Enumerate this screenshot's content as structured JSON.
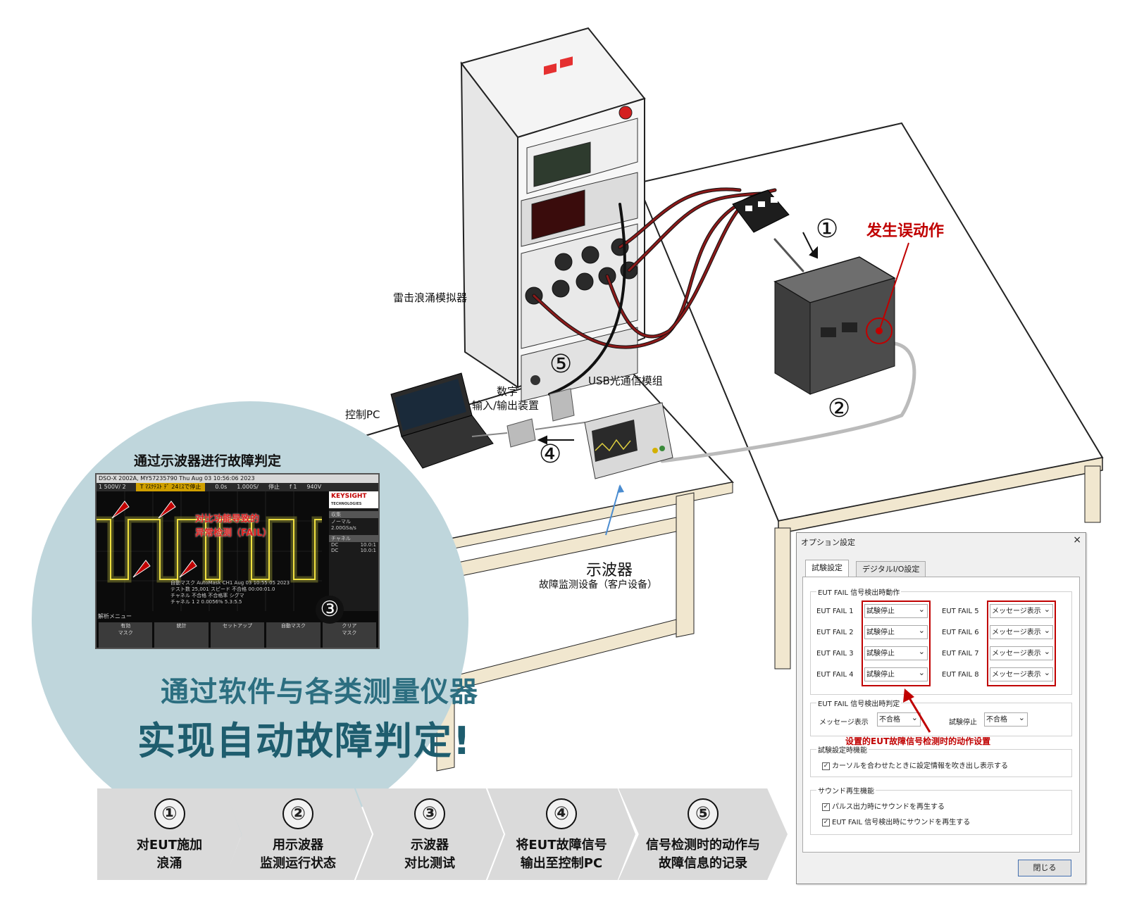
{
  "labels": {
    "surge_simulator": "雷击浪涌模拟器",
    "malfunction": "发生误动作",
    "usb_module": "USB光通信模组",
    "control_pc": "控制PC",
    "dio_line1": "数字",
    "dio_line2": "输入/输出装置",
    "oscilloscope": "示波器",
    "oscilloscope_sub": "故障监测设备（客户设备）",
    "mark_1": "①",
    "mark_2": "②",
    "mark_4": "④",
    "mark_5": "⑤"
  },
  "callout": {
    "title": "通过示波器进行故障判定",
    "badge": "③",
    "headline_1": "通过软件与各类测量仪器",
    "headline_2": "实现自动故障判定!"
  },
  "scope": {
    "header": "DSO-X 2002A, MY57235790 Thu Aug 03 10:56:06 2023",
    "topbar": [
      "1  500V/  2",
      "T  ﾏｽｸﾃｽﾄ ﾃﾞ 24ﾐｽで停止",
      "0.0s",
      "1.000S/",
      "停止",
      "f  1",
      "940V"
    ],
    "brand": "KEYSIGHT",
    "brand_sub": "TECHNOLOGIES",
    "side_acq": "収集",
    "side_mode": "ノーマル",
    "side_rate": "2.00GSa/s",
    "side_ch": "チャネル",
    "side_dc1": "DC",
    "side_dc2": "DC",
    "side_v1": "10.0:1",
    "side_v2": "10.0:1",
    "overlay_red_1": "对比功能导致的",
    "overlay_red_2": "异常检测（FAIL）",
    "stats_1": "自動マスク AutoMask CH1 Aug 03 10:55:05 2023",
    "stats_2": "テスト数 25,001   スピード 不合格 00:00:01.0",
    "stats_3": "チャネル  不合格   不合格率    シグマ",
    "stats_4": "チャネル 1   2     0.0056%   5.3:5.5",
    "menu_title": "解析メニュー",
    "softkeys": [
      "有効\nマスク",
      "統計",
      "セットアップ",
      "自動マスク",
      "クリア\nマスク"
    ]
  },
  "steps": [
    {
      "num": "①",
      "line1": "对EUT施加",
      "line2": "浪涌"
    },
    {
      "num": "②",
      "line1": "用示波器",
      "line2": "监测运行状态"
    },
    {
      "num": "③",
      "line1": "示波器",
      "line2": "对比测试"
    },
    {
      "num": "④",
      "line1": "将EUT故障信号",
      "line2": "输出至控制PC"
    },
    {
      "num": "⑤",
      "line1": "信号检测时的动作与",
      "line2": "故障信息的记录"
    }
  ],
  "dialog": {
    "title": "オプション設定",
    "close_glyph": "×",
    "tabs": [
      "試験設定",
      "デジタルI/O設定"
    ],
    "group1_title": "EUT FAIL 信号検出時動作",
    "fail_left": [
      {
        "label": "EUT FAIL 1",
        "value": "試験停止"
      },
      {
        "label": "EUT FAIL 2",
        "value": "試験停止"
      },
      {
        "label": "EUT FAIL 3",
        "value": "試験停止"
      },
      {
        "label": "EUT FAIL 4",
        "value": "試験停止"
      }
    ],
    "fail_right": [
      {
        "label": "EUT FAIL 5",
        "value": "メッセージ表示"
      },
      {
        "label": "EUT FAIL 6",
        "value": "メッセージ表示"
      },
      {
        "label": "EUT FAIL 7",
        "value": "メッセージ表示"
      },
      {
        "label": "EUT FAIL 8",
        "value": "メッセージ表示"
      }
    ],
    "group2_title": "EUT FAIL 信号検出時判定",
    "judge_msg_label": "メッセージ表示",
    "judge_msg_value": "不合格",
    "judge_stop_label": "試験停止",
    "judge_stop_value": "不合格",
    "group3_title": "試験設定時機能",
    "check_tooltip": "カーソルを合わせたときに設定情報を吹き出し表示する",
    "group4_title": "サウンド再生機能",
    "check_pulse": "パルス出力時にサウンドを再生する",
    "check_fail": "EUT FAIL 信号検出時にサウンドを再生する",
    "check_glyph": "✓",
    "close_button": "閉じる",
    "annotation": "设置的EUT故障信号检测时的动作设置"
  },
  "colors": {
    "callout_bg": "#bfd6dc",
    "headline": "#1e5d6e",
    "alert_red": "#c00000",
    "cable_red": "#8b1a1a",
    "step_bg": "#dadada"
  }
}
